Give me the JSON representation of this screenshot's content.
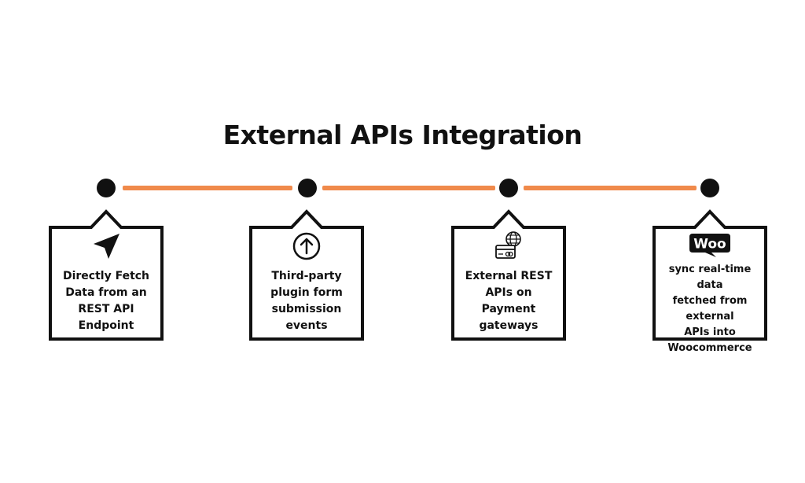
{
  "title": "External APIs Integration",
  "colors": {
    "connector": "#f08a4b",
    "ink": "#111111",
    "background": "#ffffff"
  },
  "steps": [
    {
      "icon": "navigation-arrow-icon",
      "text": "Directly Fetch\nData from an\nREST API\nEndpoint"
    },
    {
      "icon": "upload-circle-icon",
      "text": "Third-party\nplugin form\nsubmission\nevents"
    },
    {
      "icon": "payment-gateway-icon",
      "text": "External REST\nAPIs on\nPayment\ngateways"
    },
    {
      "icon": "woo-logo-icon",
      "logo_text": "Woo",
      "text": "sync real-time data\nfetched from\nexternal\nAPIs into\nWoocommerce"
    }
  ]
}
